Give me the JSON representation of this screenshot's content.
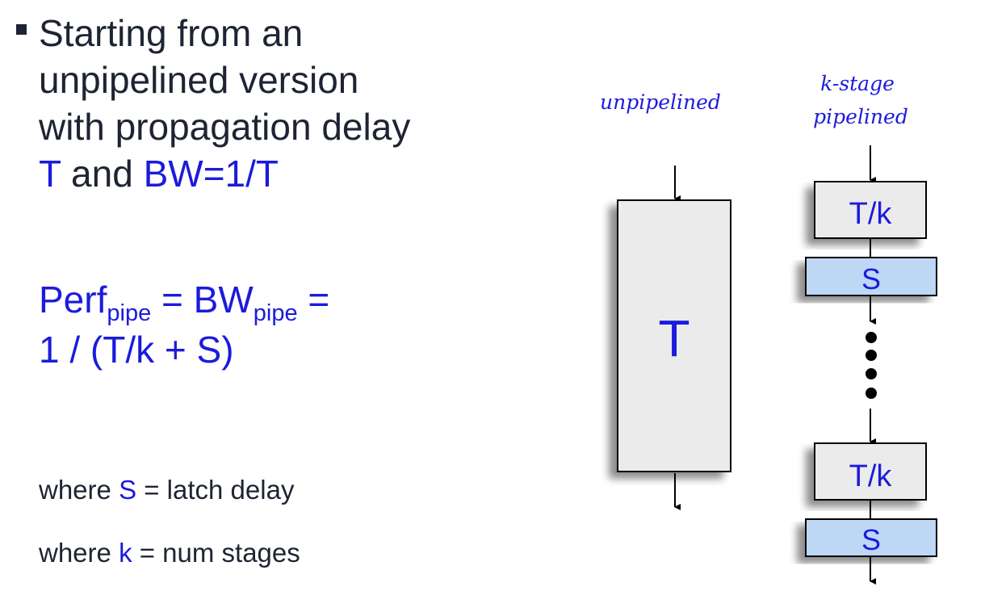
{
  "bullet": {
    "lines": [
      "Starting from an",
      "unpipelined version",
      "with propagation delay"
    ],
    "last_line": {
      "part1": "T",
      "part2": " and ",
      "part3": "BW=1/T"
    }
  },
  "formula": {
    "perf": "Perf",
    "perf_sub": "pipe",
    "equals1": " = ",
    "bw": "BW",
    "bw_sub": "pipe",
    "equals2": " =",
    "line2": "1 / (T/k + S)"
  },
  "where_s": {
    "prefix": "where ",
    "var": "S",
    "suffix": " = latch delay"
  },
  "where_k": {
    "prefix": "where ",
    "var": "k",
    "suffix": " = num stages"
  },
  "diagram": {
    "unpipelined_label": "unpipelined",
    "pipelined_label_line1": "k-stage",
    "pipelined_label_line2": "pipelined",
    "big_box_label": "T",
    "stage_label": "T/k",
    "latch_label": "S",
    "colors": {
      "text_blue": "#1b1bdc",
      "box_gray": "#ebebeb",
      "latch_blue": "#bdd7f5"
    }
  }
}
